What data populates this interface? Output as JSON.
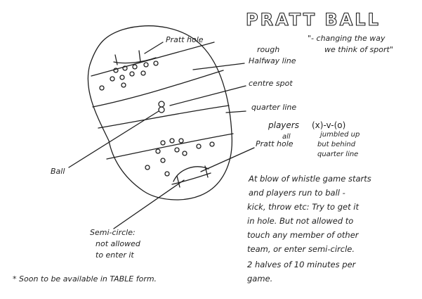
{
  "title": "PRATT BALL",
  "tagline": [
    "\"- changing the way",
    "we think of sport\""
  ],
  "labels": {
    "pratt_hole_top": "Pratt hole",
    "halfway_line": [
      "rough",
      "Halfway line"
    ],
    "centre_spot": "centre spot",
    "quarter_line": "quarter line",
    "players": "players",
    "players_formula": "(x)-v-(o)",
    "players_all": "all",
    "jumbled": [
      "jumbled up",
      "but behind",
      "quarter line"
    ],
    "pratt_hole_bottom": "Pratt hole",
    "ball": "Ball",
    "semi_circle": [
      "Semi-circle:",
      "not allowed",
      "to enter it"
    ]
  },
  "footnote": "* Soon to be available in TABLE form.",
  "rules_text": [
    "At blow of whistle game starts",
    "and players run to ball -",
    "kick, throw etc: Try to get it",
    "in hole. But not allowed to",
    "touch any member of other",
    "team, or enter semi-circle.",
    "2 halves of 10 minutes per",
    "game."
  ],
  "colors": {
    "ink": "#1f1f1f",
    "paper": "#ffffff"
  }
}
